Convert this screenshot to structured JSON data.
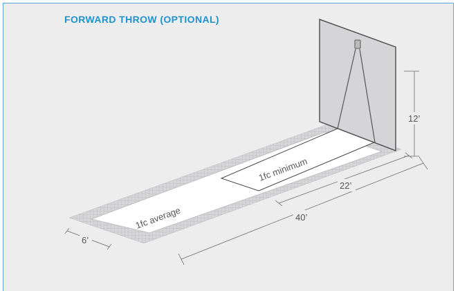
{
  "diagram": {
    "title": "FORWARD THROW (OPTIONAL)",
    "labels": {
      "average": "1fc average",
      "minimum": "1fc minimum"
    },
    "dimensions": {
      "height": "12’",
      "min_length": "22’",
      "total_length": "40’",
      "width": "6’"
    },
    "colors": {
      "title": "#1e93cc",
      "border": "#5aa8d8",
      "background": "#ededee",
      "grid": "#c4c4c6",
      "wall": "#d7d7d9"
    }
  }
}
